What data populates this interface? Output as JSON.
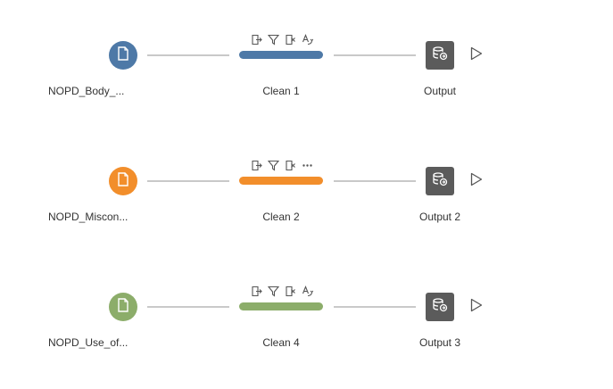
{
  "flows": [
    {
      "input": {
        "label": "NOPD_Body_...",
        "color": "#4e79a7",
        "icon": "file-icon"
      },
      "clean": {
        "label": "Clean 1",
        "color": "#4e79a7",
        "icons": [
          "add-field-icon",
          "filter-icon",
          "remove-field-icon",
          "rename-icon"
        ]
      },
      "output": {
        "label": "Output",
        "icon": "output-icon"
      },
      "run_icon": "play-icon"
    },
    {
      "input": {
        "label": "NOPD_Miscon...",
        "color": "#f28e2b",
        "icon": "file-icon"
      },
      "clean": {
        "label": "Clean 2",
        "color": "#f28e2b",
        "icons": [
          "add-field-icon",
          "filter-icon",
          "remove-field-icon",
          "more-icon"
        ]
      },
      "output": {
        "label": "Output 2",
        "icon": "output-icon"
      },
      "run_icon": "play-icon"
    },
    {
      "input": {
        "label": "NOPD_Use_of...",
        "color": "#8cad6a",
        "icon": "file-icon"
      },
      "clean": {
        "label": "Clean 4",
        "color": "#8cad6a",
        "icons": [
          "add-field-icon",
          "filter-icon",
          "remove-field-icon",
          "rename-icon"
        ]
      },
      "output": {
        "label": "Output 3",
        "icon": "output-icon"
      },
      "run_icon": "play-icon"
    }
  ]
}
